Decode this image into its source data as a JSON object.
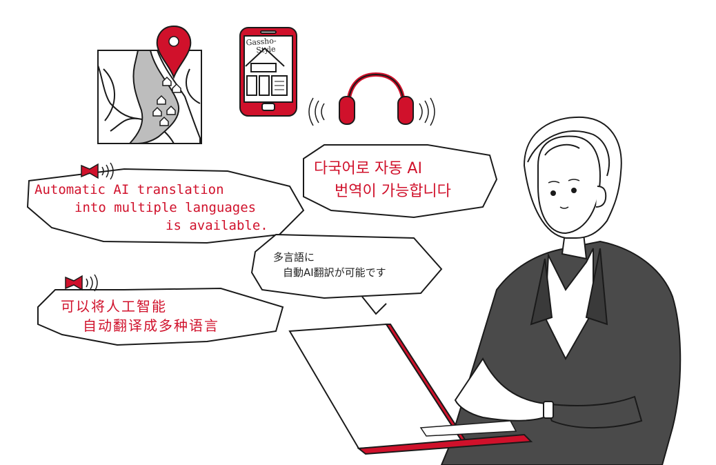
{
  "colors": {
    "accent": "#d0112b",
    "ink": "#1a1a1a",
    "jacket": "#4a4a4a",
    "map_river": "#bdbdbd"
  },
  "phone": {
    "sign_line1": "Gassho-",
    "sign_line2": "Style"
  },
  "bubbles": {
    "english": {
      "line1": "Automatic AI translation",
      "line2": "into multiple languages",
      "line3": "is available."
    },
    "korean": {
      "line1": "다국어로 자동 AI",
      "line2": "번역이 가능합니다"
    },
    "japanese": {
      "line1": "多言語に",
      "line2": "自動AI翻訳が可能です"
    },
    "chinese": {
      "line1": "可以将人工智能",
      "line2": "自动翻译成多种语言"
    }
  },
  "icons": [
    "map-pin-icon",
    "map-icon",
    "phone-icon",
    "headphones-icon",
    "speaker-icon"
  ]
}
